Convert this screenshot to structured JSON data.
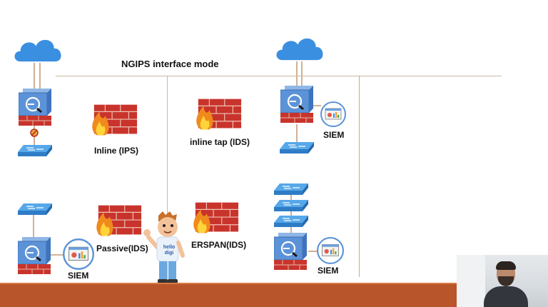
{
  "diagram": {
    "title": "NGIPS interface mode",
    "labels": {
      "inline_ips": "Inline (IPS)",
      "inline_tap": "inline tap (IDS)",
      "passive": "Passive(IDS)",
      "erspan": "ERSPAN(IDS)",
      "siem_top": "SIEM",
      "siem_bottom_left": "SIEM",
      "siem_bottom_right": "SIEM"
    },
    "mascot_shirt_text": "hello digi"
  },
  "colors": {
    "cloud": "#3a8fe0",
    "device": "#5c93d8",
    "brick": "#c8342c",
    "switch": "#4a9ee0",
    "floor": "#b9552a",
    "flame": "#f08a1c"
  }
}
